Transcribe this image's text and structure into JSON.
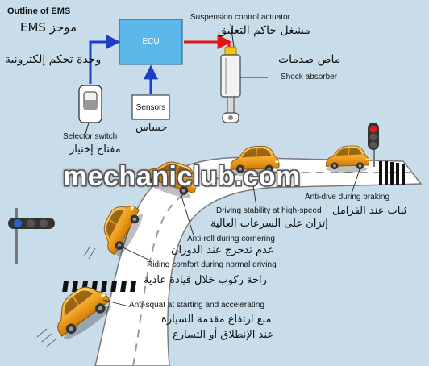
{
  "title": "Outline of EMS",
  "labels": {
    "ems_ar": "موجز EMS",
    "ecu": "ECU",
    "control_unit_ar": "وحدة تحكم إلكترونية",
    "suspension_actuator_en": "Suspension control actuator",
    "suspension_actuator_ar": "مشغل حاكم التعليق",
    "shock_absorber_ar": "ماص صدمات",
    "shock_absorber_en": "Shock absorber",
    "sensors": "Sensors",
    "sensors_ar": "حساس",
    "selector_switch_en": "Selector switch",
    "selector_switch_ar": "مفتاح إختيار",
    "watermark": "mechaniclub.com",
    "anti_dive_en": "Anti-dive during braking",
    "anti_dive_ar": "ثبات عند الفرامل",
    "stability_en": "Driving stability at high-speed",
    "stability_ar": "إتزان على السرعات العالية",
    "anti_roll_en": "Anti-roll during cornering",
    "anti_roll_ar": "عدم تدحرج عند الدوران",
    "comfort_en": "Riding comfort during normal driving",
    "comfort_ar": "راحة ركوب خلال قيادة عادية",
    "anti_squat_en": "Anti-squat at starting and accelerating",
    "anti_squat_ar_1": "منع ارتفاع مقدمة السيارة",
    "anti_squat_ar_2": "عند الإنطلاق أو التسارع"
  },
  "colors": {
    "background": "#c9dcea",
    "ecu_box": "#5bb8ea",
    "arrow_input": "#1f3ec8",
    "arrow_output": "#e01616",
    "road": "#ffffff",
    "car_body": "#f0a020",
    "traffic_light_blue": "#2a62d6",
    "traffic_light_red": "#d62020"
  }
}
